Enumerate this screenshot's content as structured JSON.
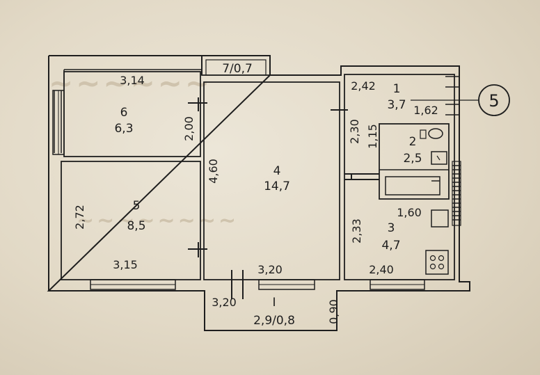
{
  "rooms": [
    {
      "number": "6",
      "area": "6,3"
    },
    {
      "number": "5",
      "area": "8,5"
    },
    {
      "number": "4",
      "area": "14,7"
    },
    {
      "number": "1",
      "area": "3,7"
    },
    {
      "number": "2",
      "area": "2,5"
    },
    {
      "number": "3",
      "area": "4,7"
    }
  ],
  "balconies": {
    "top": "7/0,7",
    "bottom_number": "I",
    "bottom_area": "2,9/0,8"
  },
  "dimensions": {
    "r6_width": "3,14",
    "r6_depth": "2,00",
    "r4_depth": "4,60",
    "r5_depth": "2,72",
    "r5_width": "3,15",
    "r4_width": "3,20",
    "balcony_width": "3,20",
    "balcony_depth": "0,90",
    "hall_width": "2,42",
    "hall_right": "1,62",
    "hall_depth": "2,30",
    "bath_depth": "1,15",
    "kitchen_top": "1,60",
    "kitchen_depth": "2,33",
    "kitchen_width": "2,40"
  },
  "entrance_marker": "5",
  "colors": {
    "ink": "#1e1e1e",
    "paper": "#e4dccb"
  }
}
